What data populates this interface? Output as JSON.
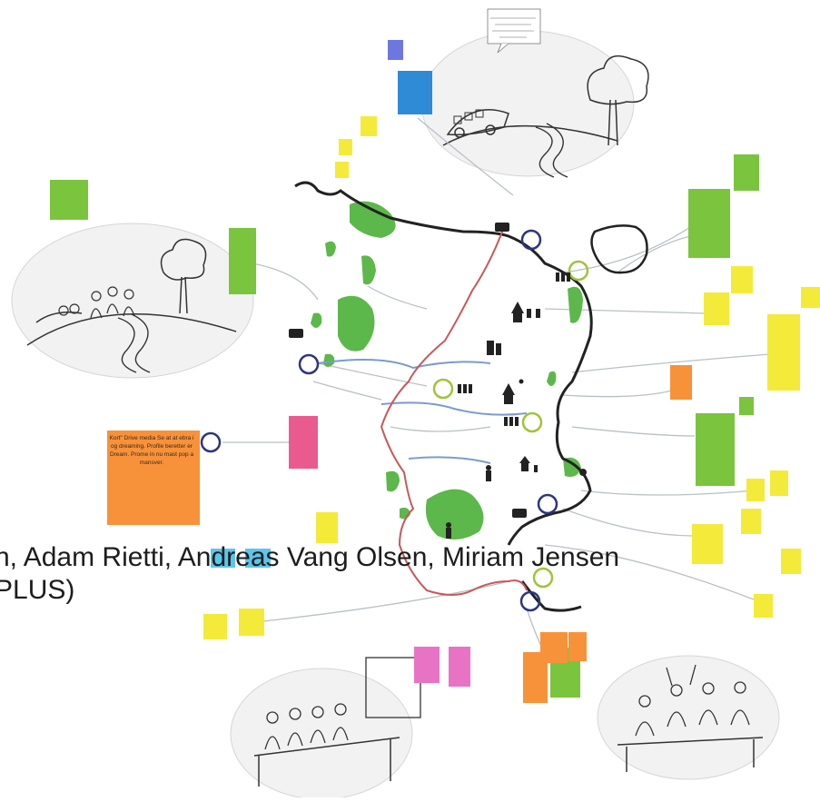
{
  "caption": {
    "line1": "n, Adam Rietti, Andreas Vang Olsen, Miriam Jensen",
    "line2": "PLUS)"
  },
  "orange_note": {
    "text": "Kort\" Drive media Se at at ebra i og dreaming. Profile beretter er Dream. Prome in nu mast pop a mansver."
  },
  "colors": {
    "sticky_yellow": "#f4ea3a",
    "sticky_green": "#7bc43e",
    "sticky_orange": "#f7923a",
    "sticky_pink": "#e95b8f",
    "sticky_blue": "#2f8bd6",
    "sticky_lightblue": "#5bc6ec",
    "green_area": "#5cb84a",
    "route_red": "#c9585a",
    "circle_navy": "#2d3580",
    "circle_green": "#9fc43a",
    "river_blue": "#7d9ad0"
  }
}
